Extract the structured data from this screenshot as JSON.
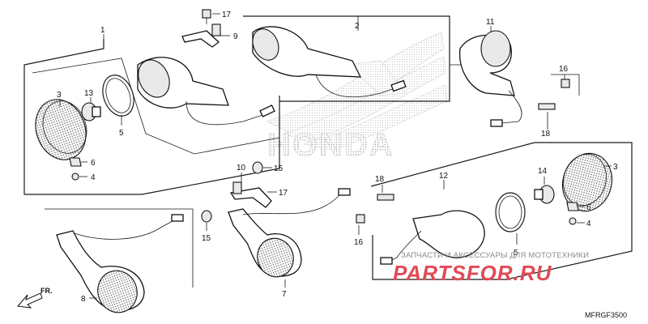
{
  "diagram": {
    "code": "MFRGF3500",
    "direction_label": "FR.",
    "logo_text": "HONDA",
    "callouts": [
      "1",
      "2",
      "3",
      "4",
      "5",
      "6",
      "7",
      "8",
      "9",
      "10",
      "11",
      "12",
      "13",
      "14",
      "15",
      "16",
      "17",
      "18"
    ],
    "callout_extra": {
      "three_b": "3",
      "four_b": "4",
      "five_b": "5",
      "six_b": "6",
      "fifteen_b": "15",
      "sixteen_b": "16",
      "seventeen_b": "17",
      "eighteen_b": "18"
    }
  },
  "watermark": {
    "tagline": "ЗАПЧАСТИ И АКСЕССУАРЫ ДЛЯ МОТОТЕХНИКИ",
    "site": "PARTSFOR.RU",
    "color": "#e24a55"
  }
}
